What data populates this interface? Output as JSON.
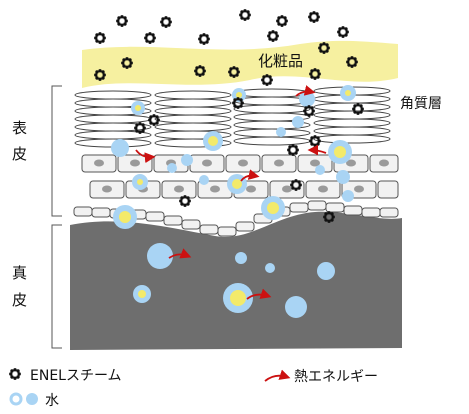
{
  "layers": {
    "cosmetic": "化粧品",
    "stratum_corneum": "角質層",
    "epidermis": "表\n皮",
    "dermis": "真\n皮"
  },
  "legend": {
    "steam": "ENELスチーム",
    "water": "水",
    "heat": "熱エネルギー"
  },
  "colors": {
    "cosmetic_band": "#f6f0a0",
    "dermis_gray": "#6e6e6e",
    "water_blue": "#a9d4f4",
    "yellow_core": "#f3ea6a",
    "heat_arrow": "#cc1111",
    "steam_black": "#111111"
  },
  "icons": {
    "steam": "steam-dot-ring-icon",
    "water": "water-droplet-icon",
    "heat": "heat-arrow-icon"
  }
}
